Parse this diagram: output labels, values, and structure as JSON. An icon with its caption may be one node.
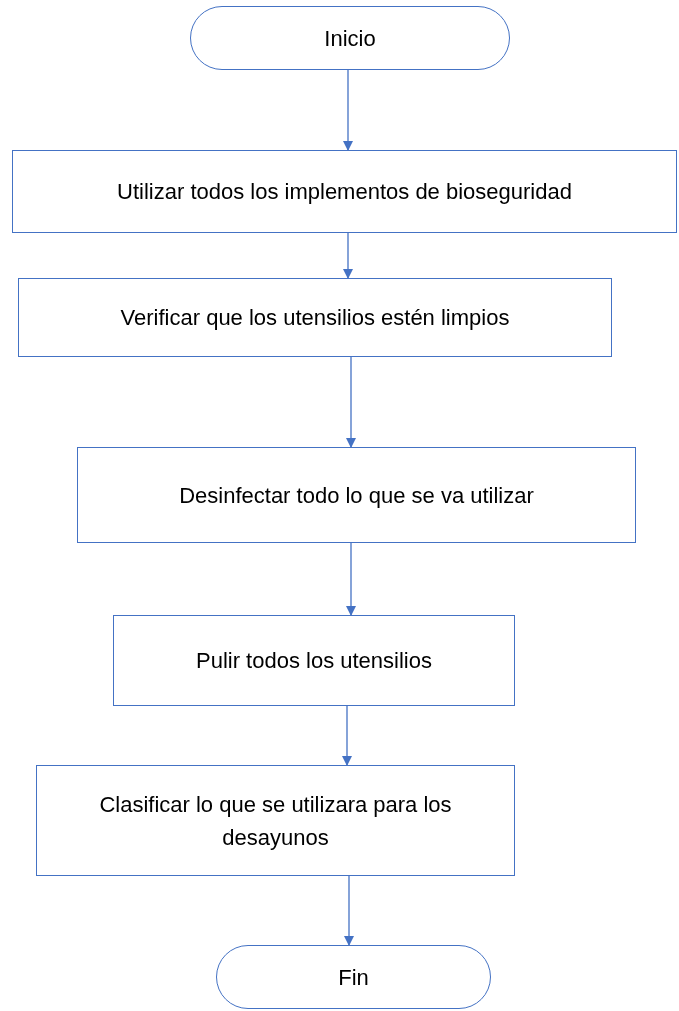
{
  "diagram": {
    "nodes": [
      {
        "text": [
          "Inicio"
        ]
      },
      {
        "text": [
          "Utilizar todos los implementos de bioseguridad"
        ]
      },
      {
        "text": [
          "Verificar que los utensilios estén limpios"
        ]
      },
      {
        "text": [
          "Desinfectar todo lo que se va utilizar"
        ]
      },
      {
        "text": [
          "Pulir todos los utensilios"
        ]
      },
      {
        "text": [
          "Clasificar lo que se utilizara para los desayunos"
        ]
      },
      {
        "text": [
          "Fin"
        ]
      }
    ],
    "edges": [
      {
        "from": 0,
        "to": 1,
        "arrow": "to"
      },
      {
        "from": 1,
        "to": 2,
        "arrow": "to"
      },
      {
        "from": 2,
        "to": 3,
        "arrow": "to"
      },
      {
        "from": 3,
        "to": 4,
        "arrow": "to"
      },
      {
        "from": 4,
        "to": 5,
        "arrow": "to"
      },
      {
        "from": 5,
        "to": 6,
        "arrow": "to"
      }
    ]
  }
}
